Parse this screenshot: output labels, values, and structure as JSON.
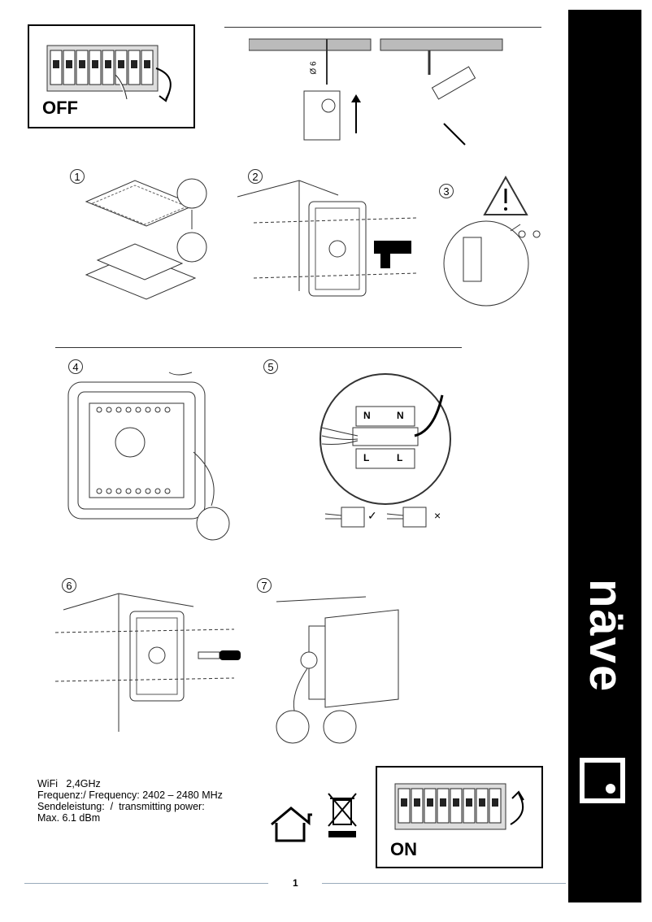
{
  "off_panel": {
    "label": "OFF"
  },
  "on_panel": {
    "label": "ON"
  },
  "steps": [
    "1",
    "2",
    "3",
    "4",
    "5",
    "6",
    "7"
  ],
  "drill_label": "Ø 6",
  "terminal": {
    "neutral": "N",
    "live": "L"
  },
  "marks": {
    "correct": "✓",
    "wrong": "×"
  },
  "specs": {
    "line1": "WiFi   2,4GHz",
    "line2": "Frequenz:/ Frequency: 2402 – 2480 MHz",
    "line3": "Sendeleistung:  /  transmitting power:",
    "line4": "Max. 6.1 dBm"
  },
  "page_number": "1",
  "brand": {
    "name": "näve"
  }
}
